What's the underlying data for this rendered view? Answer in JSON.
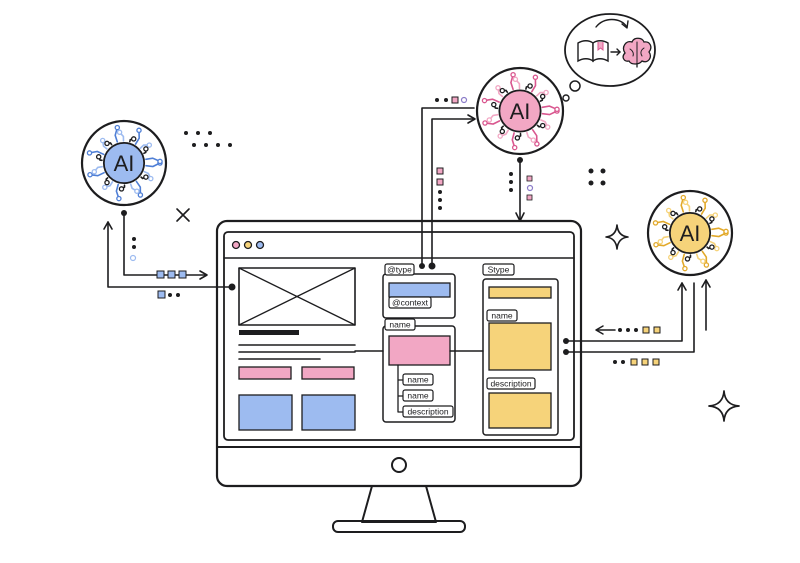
{
  "colors": {
    "blue": "#9dbbf0",
    "blue_dark": "#4f7fd6",
    "pink": "#f2a7c4",
    "pink_dark": "#d9578f",
    "yellow": "#f6d37a",
    "yellow_dark": "#e2a92a",
    "purple": "#8b7cc8",
    "ink": "#1d1d1f"
  },
  "ai_nodes": {
    "left": {
      "label": "AI"
    },
    "top": {
      "label": "AI"
    },
    "right": {
      "label": "AI"
    }
  },
  "thought_bubble": {
    "icons": [
      "book-icon",
      "arrow-right-icon",
      "brain-icon"
    ]
  },
  "schema_left": {
    "type_tag": "@type",
    "context_tag": "@context",
    "name_tag": "name",
    "children": [
      "name",
      "name",
      "description"
    ]
  },
  "schema_right": {
    "type_tag": "Stype",
    "name_tag": "name",
    "description_tag": "description"
  },
  "window": {
    "controls": [
      "close-dot",
      "minimize-dot",
      "maximize-dot"
    ]
  }
}
